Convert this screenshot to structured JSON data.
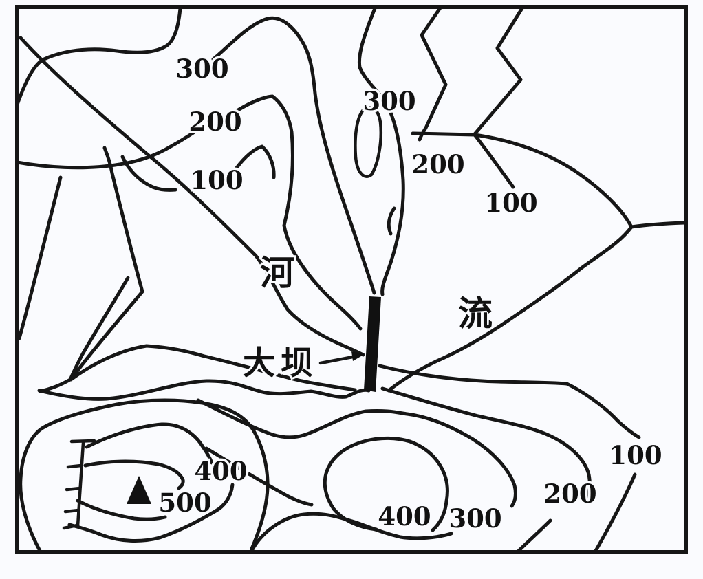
{
  "figure": {
    "type": "topographic-contour-map",
    "background_color": "#fafbfe",
    "line_color": "#161616",
    "contour_interval": 100,
    "elevations_shown": [
      100,
      200,
      300,
      400,
      500
    ]
  },
  "contour_labels": [
    {
      "id": "nw-300",
      "text": "300",
      "value": 300,
      "area": "northwest-slope"
    },
    {
      "id": "nw-200",
      "text": "200",
      "value": 200,
      "area": "northwest-slope"
    },
    {
      "id": "nw-100",
      "text": "100",
      "value": 100,
      "area": "northwest-slope"
    },
    {
      "id": "ne-300",
      "text": "300",
      "value": 300,
      "area": "north-central-slope"
    },
    {
      "id": "ne-200",
      "text": "200",
      "value": 200,
      "area": "north-central-slope"
    },
    {
      "id": "ne-100",
      "text": "100",
      "value": 100,
      "area": "north-central-slope"
    },
    {
      "id": "sw-400",
      "text": "400",
      "value": 400,
      "area": "southwest-peak"
    },
    {
      "id": "sw-500",
      "text": "500",
      "value": 500,
      "area": "southwest-peak"
    },
    {
      "id": "se-400",
      "text": "400",
      "value": 400,
      "area": "southeast-hill"
    },
    {
      "id": "se-300",
      "text": "300",
      "value": 300,
      "area": "southeast-hill"
    },
    {
      "id": "se-200",
      "text": "200",
      "value": 200,
      "area": "southeast-hill"
    },
    {
      "id": "se-100",
      "text": "100",
      "value": 100,
      "area": "southeast-hill"
    }
  ],
  "place_labels": {
    "river_char_1": "河",
    "river_char_2": "流",
    "river_name": "河流",
    "dam_label": "大坝"
  },
  "symbols": {
    "dam": "black bar across river gorge",
    "peak": "filled triangle summit marker (elevation above 500 m)",
    "cliff": "hachured cliff line on west side of southwest peak",
    "dam_arrow": "arrow pointing from 大坝 label to dam bar"
  }
}
